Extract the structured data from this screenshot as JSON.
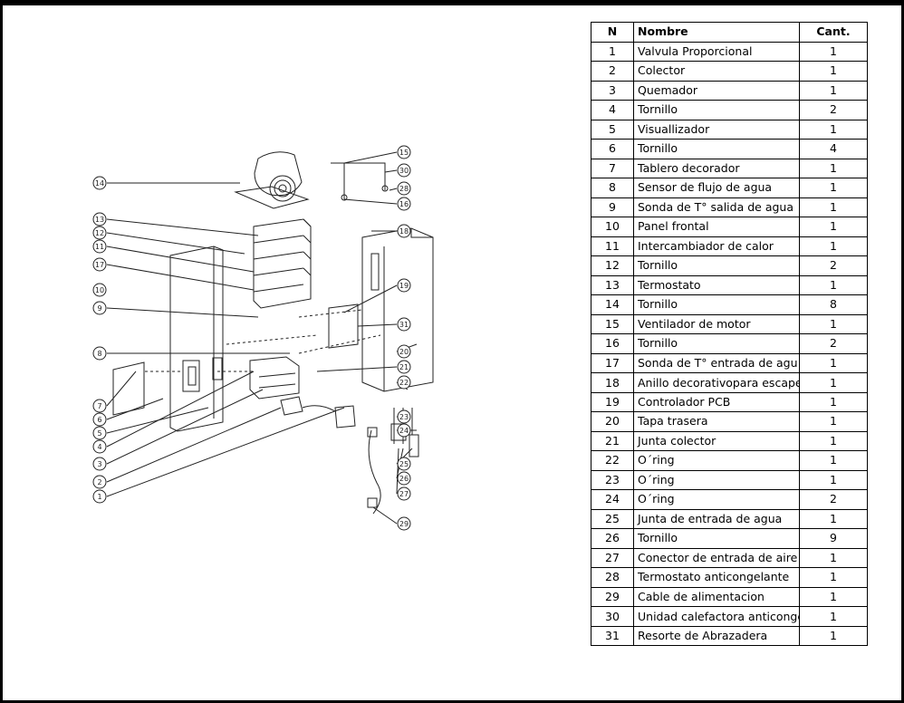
{
  "table": {
    "headers": {
      "n": "N",
      "name": "Nombre",
      "qty": "Cant."
    },
    "rows": [
      {
        "n": "1",
        "name": "Valvula Proporcional",
        "qty": "1"
      },
      {
        "n": "2",
        "name": "Colector",
        "qty": "1"
      },
      {
        "n": "3",
        "name": "Quemador",
        "qty": "1"
      },
      {
        "n": "4",
        "name": "Tornillo",
        "qty": "2"
      },
      {
        "n": "5",
        "name": "Visuallizador",
        "qty": "1"
      },
      {
        "n": "6",
        "name": "Tornillo",
        "qty": "4"
      },
      {
        "n": "7",
        "name": "Tablero decorador",
        "qty": "1"
      },
      {
        "n": "8",
        "name": "Sensor de flujo de agua",
        "qty": "1"
      },
      {
        "n": "9",
        "name": "Sonda de T° salida de agua",
        "qty": "1"
      },
      {
        "n": "10",
        "name": "Panel frontal",
        "qty": "1"
      },
      {
        "n": "11",
        "name": "Intercambiador de calor",
        "qty": "1"
      },
      {
        "n": "12",
        "name": "Tornillo",
        "qty": "2"
      },
      {
        "n": "13",
        "name": "Termostato",
        "qty": "1"
      },
      {
        "n": "14",
        "name": "Tornillo",
        "qty": "8"
      },
      {
        "n": "15",
        "name": "Ventilador de motor",
        "qty": "1"
      },
      {
        "n": "16",
        "name": "Tornillo",
        "qty": "2"
      },
      {
        "n": "17",
        "name": "Sonda de T° entrada de agu",
        "qty": "1"
      },
      {
        "n": "18",
        "name": "Anillo decorativopara escape de humo",
        "qty": "1"
      },
      {
        "n": "19",
        "name": "Controlador PCB",
        "qty": "1"
      },
      {
        "n": "20",
        "name": "Tapa trasera",
        "qty": "1"
      },
      {
        "n": "21",
        "name": "Junta colector",
        "qty": "1"
      },
      {
        "n": "22",
        "name": "O´ring",
        "qty": "1"
      },
      {
        "n": "23",
        "name": "O´ring",
        "qty": "1"
      },
      {
        "n": "24",
        "name": "O´ring",
        "qty": "2"
      },
      {
        "n": "25",
        "name": "Junta de entrada de agua",
        "qty": "1"
      },
      {
        "n": "26",
        "name": "Tornillo",
        "qty": "9"
      },
      {
        "n": "27",
        "name": "Conector de entrada de aire",
        "qty": "1"
      },
      {
        "n": "28",
        "name": "Termostato anticongelante",
        "qty": "1"
      },
      {
        "n": "29",
        "name": "Cable de alimentacion",
        "qty": "1"
      },
      {
        "n": "30",
        "name": "Unidad calefactora anticongelante",
        "qty": "1"
      },
      {
        "n": "31",
        "name": "Resorte de Abrazadera",
        "qty": "1"
      }
    ]
  },
  "callouts_left": [
    "14",
    "13",
    "12",
    "11",
    "17",
    "10",
    "9",
    "8",
    "7",
    "6",
    "5",
    "4",
    "3",
    "2",
    "1"
  ],
  "callouts_right": [
    "15",
    "30",
    "28",
    "16",
    "18",
    "19",
    "31",
    "20",
    "21",
    "22",
    "23",
    "24",
    "25",
    "26",
    "27",
    "29"
  ]
}
